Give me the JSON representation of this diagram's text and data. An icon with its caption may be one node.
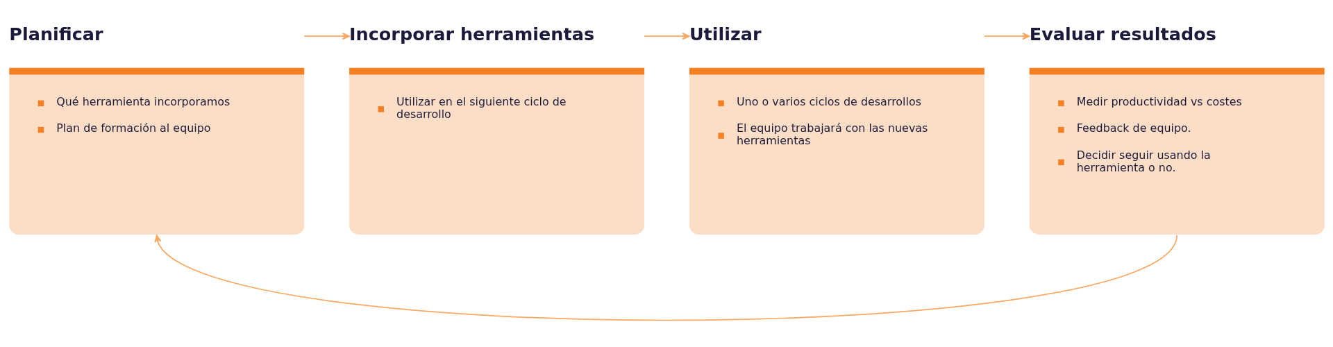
{
  "diagram": {
    "nodes": [
      {
        "text": [
          "Planificar",
          "Qué herramienta incorporamos",
          "Plan de formación al equipo"
        ]
      },
      {
        "text": [
          "Incorporar herramientas",
          "Utilizar en el siguiente ciclo de desarrollo"
        ]
      },
      {
        "text": [
          "Utilizar",
          "Uno o varios ciclos de desarrollos",
          "El equipo trabajará con las nuevas herramientas"
        ]
      },
      {
        "text": [
          "Evaluar resultados",
          "Medir productividad vs costes",
          "Feedback de equipo.",
          "Decidir seguir usando la herramienta o no."
        ]
      }
    ],
    "edges": [
      {
        "from": 0,
        "to": 1,
        "arrow": "to"
      },
      {
        "from": 1,
        "to": 2,
        "arrow": "to"
      },
      {
        "from": 2,
        "to": 3,
        "arrow": "to"
      },
      {
        "from": 3,
        "to": 0,
        "arrow": "to"
      }
    ]
  }
}
